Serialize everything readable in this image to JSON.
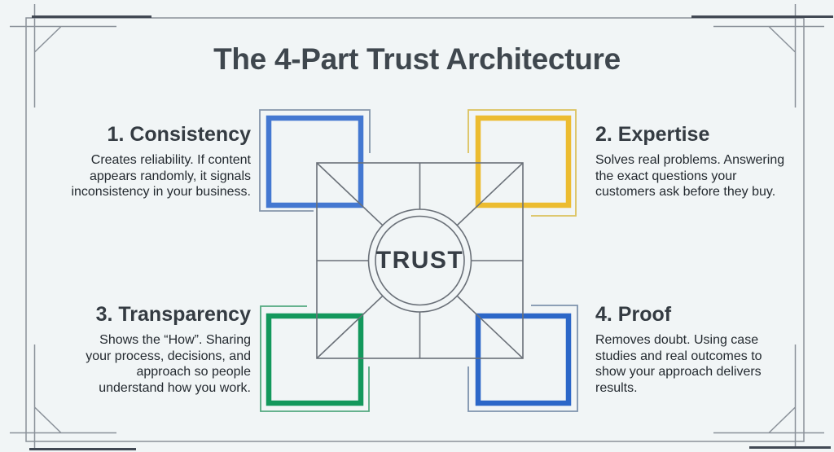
{
  "title": "The 4-Part Trust Architecture",
  "center_label": "TRUST",
  "quadrants": [
    {
      "heading": "1. Consistency",
      "lines": [
        "Creates reliability. If content",
        "appears randomly, it signals",
        "inconsistency in your business."
      ],
      "color": "#4478d1",
      "frame_color": "#8696ab"
    },
    {
      "heading": "2. Expertise",
      "lines": [
        "Solves real problems. Answering",
        "the exact questions your",
        "customers ask before they buy."
      ],
      "color": "#ecbc30",
      "frame_color": "#dcc25e"
    },
    {
      "heading": "3. Transparency",
      "lines": [
        "Shows the “How”. Sharing",
        "your process, decisions, and",
        "approach so people",
        "understand how you work."
      ],
      "color": "#13985c",
      "frame_color": "#53a87f"
    },
    {
      "heading": "4. Proof",
      "lines": [
        "Removes doubt. Using case",
        "studies and real outcomes to",
        "show your approach delivers",
        "results."
      ],
      "color": "#2c67c8",
      "frame_color": "#7e93ad"
    }
  ],
  "colors": {
    "background": "#f1f5f6",
    "diagram_line": "#6a7078",
    "frame_line": "#8a9199",
    "dark_accent": "#424954",
    "title_text": "#3f474e",
    "heading_text": "#343b42",
    "body_text": "#242a30"
  }
}
